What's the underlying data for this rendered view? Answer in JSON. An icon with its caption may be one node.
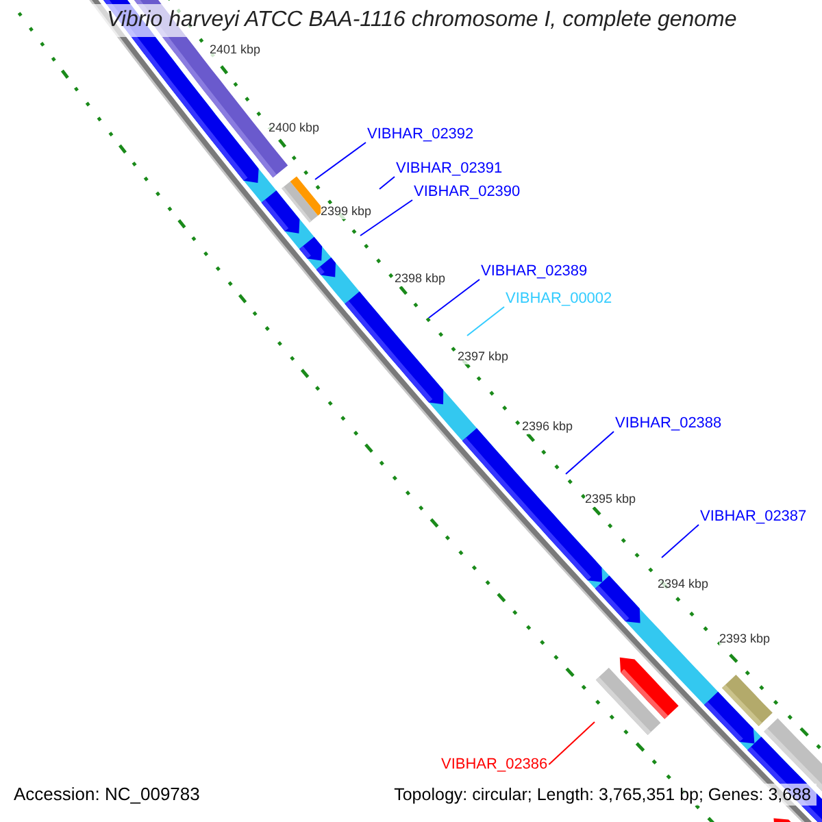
{
  "diagram": {
    "title": "Vibrio harveyi ATCC BAA-1116 chromosome I, complete genome",
    "nodes": [
      {
        "text": [
          "VIBHAR_02392"
        ]
      },
      {
        "text": [
          "VIBHAR_02391"
        ]
      },
      {
        "text": [
          "VIBHAR_02390"
        ]
      },
      {
        "text": [
          "VIBHAR_02389"
        ]
      },
      {
        "text": [
          "VIBHAR_00002"
        ]
      },
      {
        "text": [
          "VIBHAR_02388"
        ]
      },
      {
        "text": [
          "VIBHAR_02387"
        ]
      },
      {
        "text": [
          "VIBHAR_02386"
        ]
      }
    ],
    "edges": [
      {
        "from": 0,
        "to": null,
        "arrow": "none"
      },
      {
        "from": 1,
        "to": null,
        "arrow": "none"
      },
      {
        "from": 2,
        "to": null,
        "arrow": "none"
      },
      {
        "from": 3,
        "to": null,
        "arrow": "none"
      },
      {
        "from": 4,
        "to": null,
        "arrow": "none",
        "color": "#33ccff"
      },
      {
        "from": 5,
        "to": null,
        "arrow": "none"
      },
      {
        "from": 6,
        "to": null,
        "arrow": "none"
      },
      {
        "from": 7,
        "to": null,
        "arrow": "none",
        "color": "#ff0000"
      }
    ],
    "labels": [
      "2401 kbp",
      "2400 kbp",
      "2399 kbp",
      "2398 kbp",
      "2397 kbp",
      "2396 kbp",
      "2395 kbp",
      "2394 kbp",
      "2393 kbp",
      "Accession: NC_009783",
      "Topology: circular; Length: 3,765,351 bp; Genes: 3,688"
    ]
  }
}
